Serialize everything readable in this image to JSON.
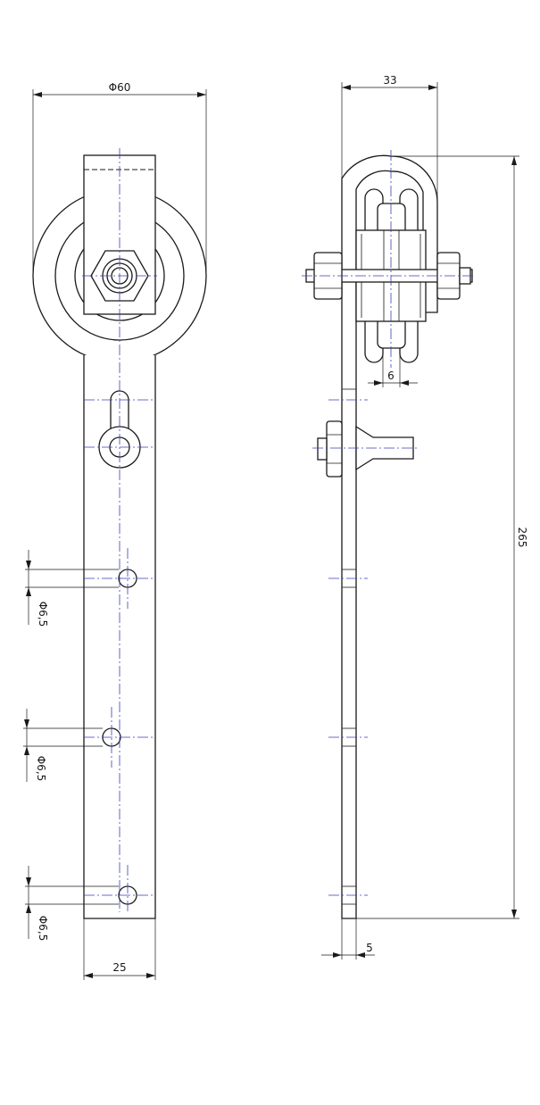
{
  "dimensions": {
    "wheel_diameter": "Φ60",
    "side_width": "33",
    "groove_width": "6",
    "total_height": "265",
    "hole_1": "Φ6,5",
    "hole_2": "Φ6,5",
    "hole_3": "Φ6,5",
    "strap_width": "25",
    "strap_thickness": "5"
  }
}
